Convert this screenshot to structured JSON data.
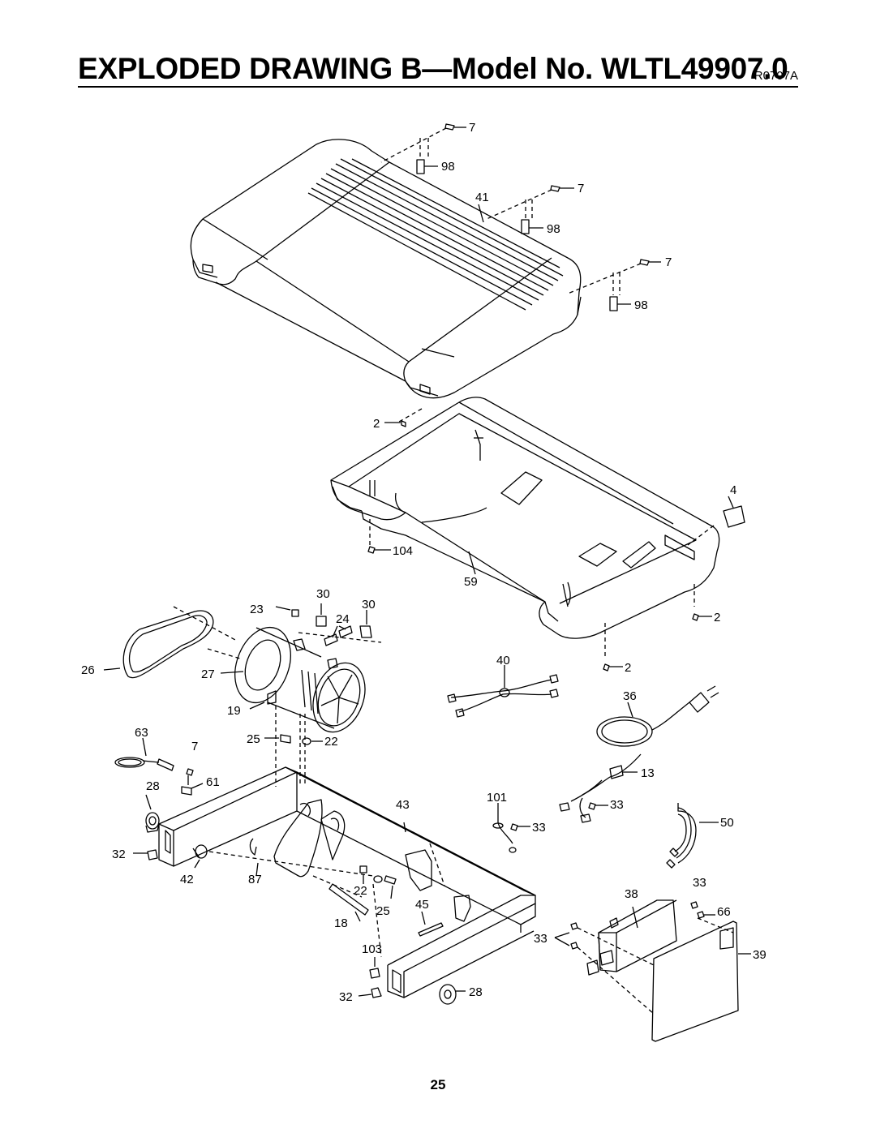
{
  "header": {
    "title": "EXPLODED DRAWING B—Model No. WLTL49907.0",
    "code": "R0707A"
  },
  "footer": {
    "page_number": "25"
  },
  "callouts": [
    {
      "id": "7-a",
      "text": "7"
    },
    {
      "id": "98-a",
      "text": "98"
    },
    {
      "id": "41",
      "text": "41"
    },
    {
      "id": "7-b",
      "text": "7"
    },
    {
      "id": "98-b",
      "text": "98"
    },
    {
      "id": "7-c",
      "text": "7"
    },
    {
      "id": "98-c",
      "text": "98"
    },
    {
      "id": "2-a",
      "text": "2"
    },
    {
      "id": "4",
      "text": "4"
    },
    {
      "id": "104",
      "text": "104"
    },
    {
      "id": "59",
      "text": "59"
    },
    {
      "id": "2-b",
      "text": "2"
    },
    {
      "id": "2-c",
      "text": "2"
    },
    {
      "id": "30-a",
      "text": "30"
    },
    {
      "id": "23",
      "text": "23"
    },
    {
      "id": "30-b",
      "text": "30"
    },
    {
      "id": "24",
      "text": "24"
    },
    {
      "id": "26",
      "text": "26"
    },
    {
      "id": "27",
      "text": "27"
    },
    {
      "id": "19",
      "text": "19"
    },
    {
      "id": "40",
      "text": "40"
    },
    {
      "id": "36",
      "text": "36"
    },
    {
      "id": "63",
      "text": "63"
    },
    {
      "id": "25-a",
      "text": "25"
    },
    {
      "id": "22-a",
      "text": "22"
    },
    {
      "id": "7-d",
      "text": "7"
    },
    {
      "id": "28-a",
      "text": "28"
    },
    {
      "id": "61",
      "text": "61"
    },
    {
      "id": "13",
      "text": "13"
    },
    {
      "id": "43",
      "text": "43"
    },
    {
      "id": "101",
      "text": "101"
    },
    {
      "id": "33-a",
      "text": "33"
    },
    {
      "id": "33-b",
      "text": "33"
    },
    {
      "id": "50",
      "text": "50"
    },
    {
      "id": "32-a",
      "text": "32"
    },
    {
      "id": "42",
      "text": "42"
    },
    {
      "id": "87",
      "text": "87"
    },
    {
      "id": "22-b",
      "text": "22"
    },
    {
      "id": "25-b",
      "text": "25"
    },
    {
      "id": "45",
      "text": "45"
    },
    {
      "id": "18",
      "text": "18"
    },
    {
      "id": "38",
      "text": "38"
    },
    {
      "id": "33-c",
      "text": "33"
    },
    {
      "id": "66",
      "text": "66"
    },
    {
      "id": "33-d",
      "text": "33"
    },
    {
      "id": "39",
      "text": "39"
    },
    {
      "id": "103",
      "text": "103"
    },
    {
      "id": "32-b",
      "text": "32"
    },
    {
      "id": "28-b",
      "text": "28"
    }
  ]
}
